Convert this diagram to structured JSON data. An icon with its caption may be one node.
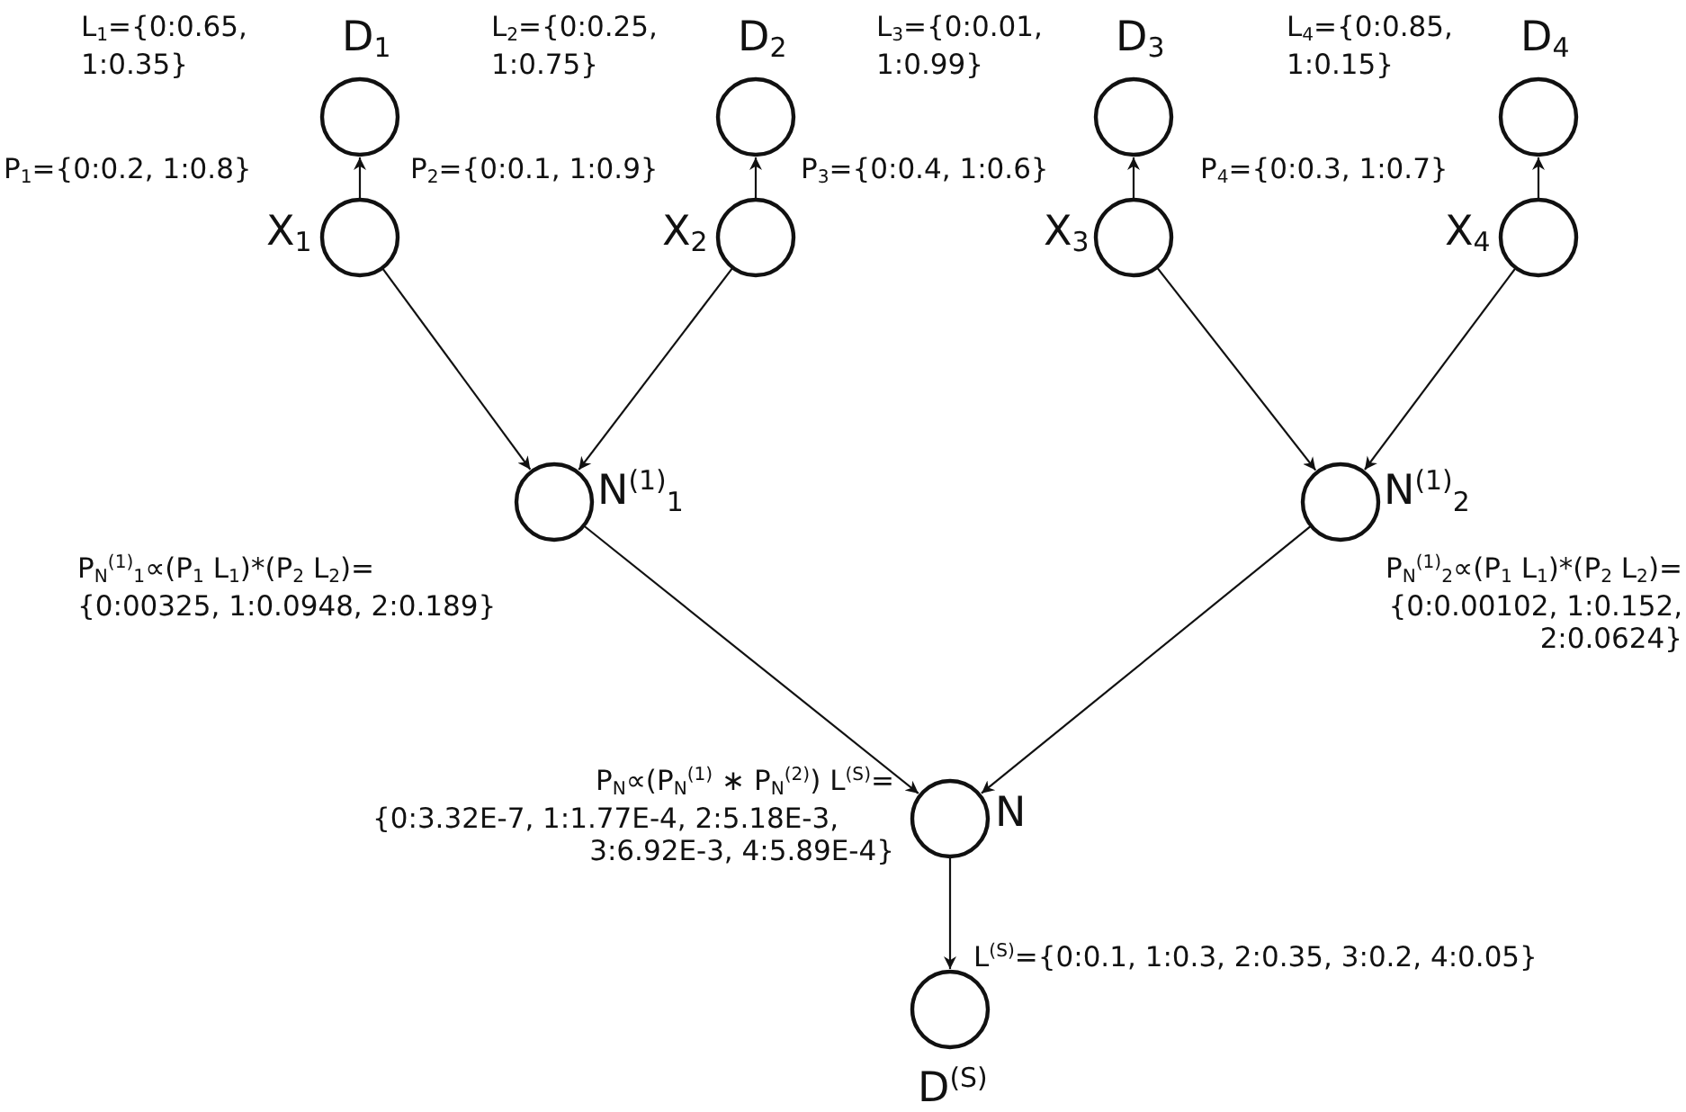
{
  "diagram": {
    "nodes": [
      {
        "text": [
          "D$_{1}$"
        ],
        "beside": [
          "L$_{1}$={0:0.65, 1:0.35}"
        ]
      },
      {
        "text": [
          "D$_{2}$"
        ],
        "beside": [
          "L$_{2}$={0:0.25, 1:0.75}"
        ]
      },
      {
        "text": [
          "D$_{3}$"
        ],
        "beside": [
          "L$_{3}$={0:0.01, 1:0.99}"
        ]
      },
      {
        "text": [
          "D$_{4}$"
        ],
        "beside": [
          "L$_{4}$={0:0.85, 1:0.15}"
        ]
      },
      {
        "text": [
          "X$_{1}$"
        ]
      },
      {
        "text": [
          "X$_{2}$"
        ]
      },
      {
        "text": [
          "X$_{3}$"
        ]
      },
      {
        "text": [
          "X$_{4}$"
        ]
      },
      {
        "text": [
          "N$^{(1)}$$_{1}$"
        ],
        "beside": [
          "P$_{N}$$^{(1)}$$_{1}$∝(P$_{1}$ L$_{1}$)*(P$_{2}$ L$_{2}$)= {0:00325, 1:0.0948, 2:0.189}"
        ]
      },
      {
        "text": [
          "N$^{(1)}$$_{2}$"
        ],
        "beside": [
          "P$_{N}$$^{(1)}$$_{2}$∝(P$_{1}$ L$_{1}$)*(P$_{2}$ L$_{2}$)= {0:0.00102, 1:0.152, 2:0.0624}"
        ]
      },
      {
        "text": [
          "N"
        ],
        "beside": [
          "P$_{N}$∝(P$_{N}$$^{(1)}$ ∗ P$_{N}$$^{(2)}$) L$^{(S)}$= {0:3.32E-7, 1:1.77E-4, 2:5.18E-3, 3:6.92E-3, 4:5.89E-4}"
        ]
      },
      {
        "text": [
          "D$^{(S)}$"
        ],
        "beside": [
          "L$^{(S)}$={0:0.1, 1:0.3, 2:0.35, 3:0.2, 4:0.05}"
        ]
      }
    ],
    "edges": [
      {
        "from": 4,
        "to": 0,
        "arrow": "to"
      },
      {
        "from": 5,
        "to": 1,
        "arrow": "to"
      },
      {
        "from": 6,
        "to": 2,
        "arrow": "to"
      },
      {
        "from": 7,
        "to": 3,
        "arrow": "to"
      },
      {
        "from": 4,
        "to": 8,
        "arrow": "to"
      },
      {
        "from": 5,
        "to": 8,
        "arrow": "to"
      },
      {
        "from": 6,
        "to": 9,
        "arrow": "to"
      },
      {
        "from": 7,
        "to": 9,
        "arrow": "to"
      },
      {
        "from": 8,
        "to": 10,
        "arrow": "to"
      },
      {
        "from": 9,
        "to": 10,
        "arrow": "to"
      },
      {
        "from": 10,
        "to": 11,
        "arrow": "to"
      }
    ],
    "labels": [
      "P$_{1}$={0:0.2, 1:0.8}",
      "P$_{2}$={0:0.1, 1:0.9}",
      "P$_{3}$={0:0.4, 1:0.6}",
      "P$_{4}$={0:0.3, 1:0.7}"
    ]
  }
}
